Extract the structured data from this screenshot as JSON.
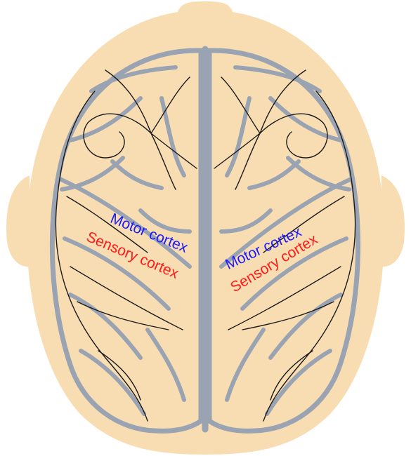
{
  "colors": {
    "skin": "#f9ddb2",
    "skin_edge": "#e9c894",
    "sulci": "#9aa3b1",
    "nerves": "#1a1a1a",
    "motor_label": "#1a1aff",
    "sensory_label": "#ff1a1a"
  },
  "labels": {
    "motor_left": "Motor cortex",
    "sensory_left": "Sensory cortex",
    "motor_right": "Motor cortex",
    "sensory_right": "Sensory cortex"
  }
}
